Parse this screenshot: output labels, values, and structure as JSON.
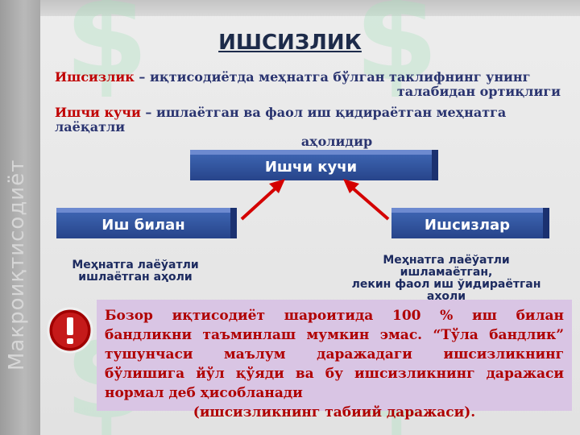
{
  "sidebar": {
    "text": "Макроиқтисодиёт"
  },
  "title": "ИШСИЗЛИК",
  "definitions": [
    {
      "term": "Ишсизлик",
      "text": " – иқтисодиётда меҳнатга бўлган таклифнинг унинг",
      "text2": "талабидан ортиқлиги"
    },
    {
      "term": "Ишчи кучи",
      "text": " – ишлаётган ва фаол иш қидираётган меҳнатга лаёқатли",
      "text2": "аҳолидир"
    }
  ],
  "diagram": {
    "top": "Ишчи кучи",
    "left": "Иш билан",
    "right": "Ишсизлар",
    "left_desc": [
      "Меҳнатга лаёўатли",
      "ишлаётган аҳоли"
    ],
    "right_desc": [
      "Меҳнатга лаёўатли",
      "ишламаётган,",
      "лекин фаол иш ўидираётган",
      "аҳоли"
    ],
    "arrow_color": "#d40000"
  },
  "note": {
    "body": "Бозор иқтисодиёт шароитида 100 % иш билан бандликни таъминлаш мумкин эмас. “Тўла бандлик” тушунчаси маълум даражадаги ишсизликнинг бўлишига йўл қўяди ва бу ишсизликнинг даражаси нормал деб ҳисобланади",
    "last": "(ишсизликнинг табиий даражаси).",
    "icon": "exclamation-icon",
    "bg": "#d9c5e4"
  }
}
